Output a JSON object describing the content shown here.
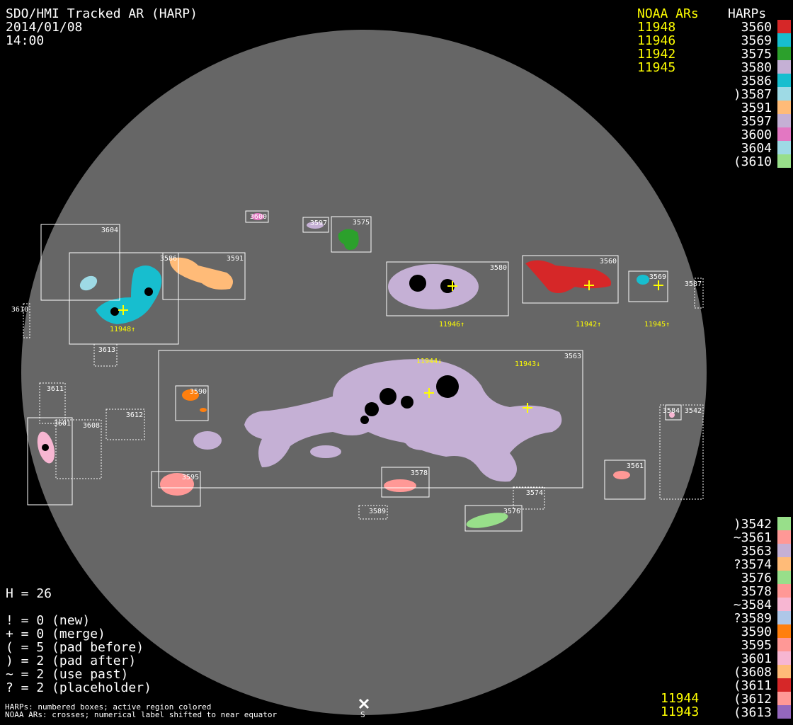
{
  "header": {
    "title": "SDO/HMI Tracked AR (HARP)",
    "date": "2014/01/08",
    "time": "14:00"
  },
  "noaa_legend": {
    "title": "NOAA ARs",
    "items": [
      "11948",
      "11946",
      "11942",
      "11945"
    ]
  },
  "harp_legend_top": {
    "title": "HARPs",
    "items": [
      {
        "label": "3560",
        "color": "#d62728"
      },
      {
        "label": "3569",
        "color": "#17becf"
      },
      {
        "label": "3575",
        "color": "#2ca02c"
      },
      {
        "label": "3580",
        "color": "#c5b0d5"
      },
      {
        "label": "3586",
        "color": "#17becf"
      },
      {
        "label": ")3587",
        "color": "#9edae5"
      },
      {
        "label": "3591",
        "color": "#ffbb78"
      },
      {
        "label": "3597",
        "color": "#c5b0d5"
      },
      {
        "label": "3600",
        "color": "#e377c2"
      },
      {
        "label": "3604",
        "color": "#9edae5"
      },
      {
        "label": "(3610",
        "color": "#98df8a"
      }
    ]
  },
  "harp_legend_bottom": {
    "items": [
      {
        "label": ")3542",
        "color": "#98df8a"
      },
      {
        "label": "~3561",
        "color": "#ff9896"
      },
      {
        "label": "3563",
        "color": "#c5b0d5"
      },
      {
        "label": "?3574",
        "color": "#ffbb78"
      },
      {
        "label": "3576",
        "color": "#98df8a"
      },
      {
        "label": "3578",
        "color": "#ff9896"
      },
      {
        "label": "~3584",
        "color": "#f7b6d2"
      },
      {
        "label": "?3589",
        "color": "#aec7e8"
      },
      {
        "label": "3590",
        "color": "#ff7f0e"
      },
      {
        "label": "3595",
        "color": "#ff9896"
      },
      {
        "label": "3601",
        "color": "#f7b6d2"
      },
      {
        "label": "(3608",
        "color": "#ffbb78"
      },
      {
        "label": "(3611",
        "color": "#d62728"
      },
      {
        "label": "(3612",
        "color": "#ff9896"
      },
      {
        "label": "(3613",
        "color": "#9467bd"
      }
    ]
  },
  "noaa_bottom": [
    "11944",
    "11943"
  ],
  "stats": {
    "h": "H = 26",
    "lines": [
      "! = 0 (new)",
      "+ = 0 (merge)",
      "( = 5 (pad before)",
      ") = 2 (pad after)",
      "~ = 2 (use past)",
      "? = 2 (placeholder)"
    ]
  },
  "footer": {
    "line1": "HARPs: numbered boxes; active region colored",
    "line2": "NOAA ARs: crosses; numerical label shifted to near equator",
    "south_label": "S"
  },
  "harp_boxes": [
    "3604",
    "3586",
    "3591",
    "3600",
    "3597",
    "3575",
    "3580",
    "3560",
    "3569",
    "3587",
    "3610",
    "3613",
    "3563",
    "3590",
    "3611",
    "3612",
    "3601",
    "3608",
    "3595",
    "3578",
    "3574",
    "3589",
    "3576",
    "3561",
    "3584",
    "3542"
  ],
  "noaa_markers": [
    "11948↑",
    "11946↑",
    "11942↑",
    "11945↑",
    "11944↓",
    "11943↓"
  ],
  "colors": {
    "disk": "#666666",
    "box": "#ffffff",
    "cross": "#ffff00"
  }
}
